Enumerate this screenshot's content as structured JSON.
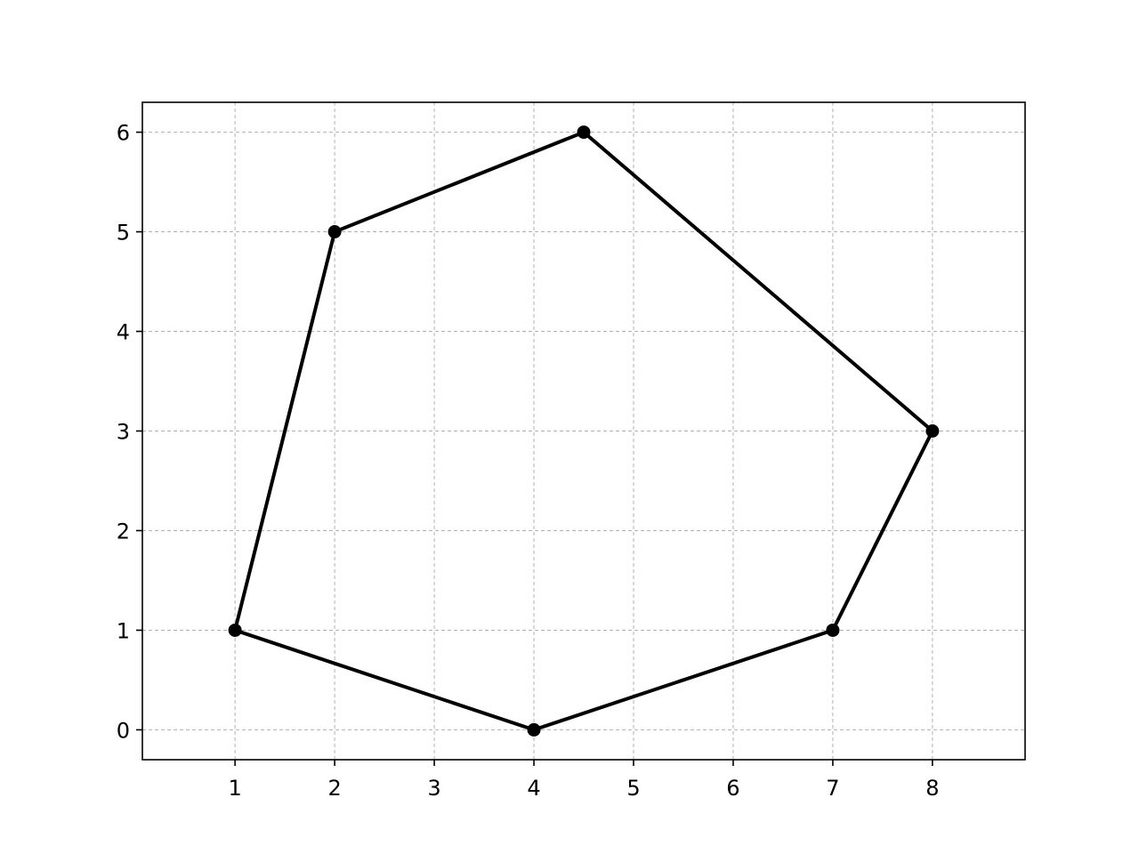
{
  "chart_data": {
    "type": "line",
    "title": "",
    "xlabel": "",
    "ylabel": "",
    "xlim": [
      0.07,
      8.93
    ],
    "ylim": [
      -0.3,
      6.3
    ],
    "x_ticks": [
      1,
      2,
      3,
      4,
      5,
      6,
      7,
      8
    ],
    "y_ticks": [
      0,
      1,
      2,
      3,
      4,
      5,
      6
    ],
    "grid": true,
    "series": [
      {
        "closed": true,
        "color": "#000000",
        "marker": "circle",
        "points": [
          {
            "x": 1,
            "y": 1
          },
          {
            "x": 2,
            "y": 5
          },
          {
            "x": 4.5,
            "y": 6
          },
          {
            "x": 8,
            "y": 3
          },
          {
            "x": 7,
            "y": 1
          },
          {
            "x": 4,
            "y": 0
          }
        ]
      }
    ]
  }
}
